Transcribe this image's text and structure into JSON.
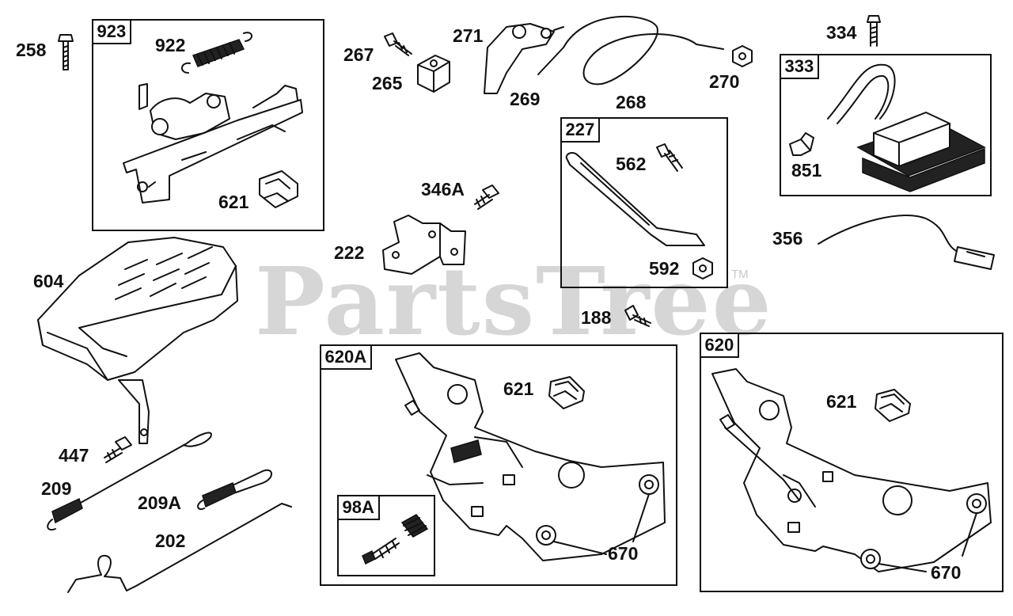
{
  "watermark": {
    "text": "PartsTree",
    "tm": "TM"
  },
  "groups": [
    {
      "id": "g923",
      "label": "923"
    },
    {
      "id": "g227",
      "label": "227"
    },
    {
      "id": "g333",
      "label": "333"
    },
    {
      "id": "g620A",
      "label": "620A"
    },
    {
      "id": "g98A",
      "label": "98A"
    },
    {
      "id": "g620",
      "label": "620"
    }
  ],
  "parts": [
    {
      "id": "p258",
      "label": "258"
    },
    {
      "id": "p922",
      "label": "922"
    },
    {
      "id": "p621a",
      "label": "621"
    },
    {
      "id": "p267",
      "label": "267"
    },
    {
      "id": "p265",
      "label": "265"
    },
    {
      "id": "p271",
      "label": "271"
    },
    {
      "id": "p269",
      "label": "269"
    },
    {
      "id": "p268",
      "label": "268"
    },
    {
      "id": "p270",
      "label": "270"
    },
    {
      "id": "p334",
      "label": "334"
    },
    {
      "id": "p851",
      "label": "851"
    },
    {
      "id": "p562",
      "label": "562"
    },
    {
      "id": "p592",
      "label": "592"
    },
    {
      "id": "p346A",
      "label": "346A"
    },
    {
      "id": "p222",
      "label": "222"
    },
    {
      "id": "p356",
      "label": "356"
    },
    {
      "id": "p604",
      "label": "604"
    },
    {
      "id": "p188",
      "label": "188"
    },
    {
      "id": "p447",
      "label": "447"
    },
    {
      "id": "p209",
      "label": "209"
    },
    {
      "id": "p209A",
      "label": "209A"
    },
    {
      "id": "p202",
      "label": "202"
    },
    {
      "id": "p621b",
      "label": "621"
    },
    {
      "id": "p670a",
      "label": "670"
    },
    {
      "id": "p621c",
      "label": "621"
    },
    {
      "id": "p670b",
      "label": "670"
    }
  ]
}
